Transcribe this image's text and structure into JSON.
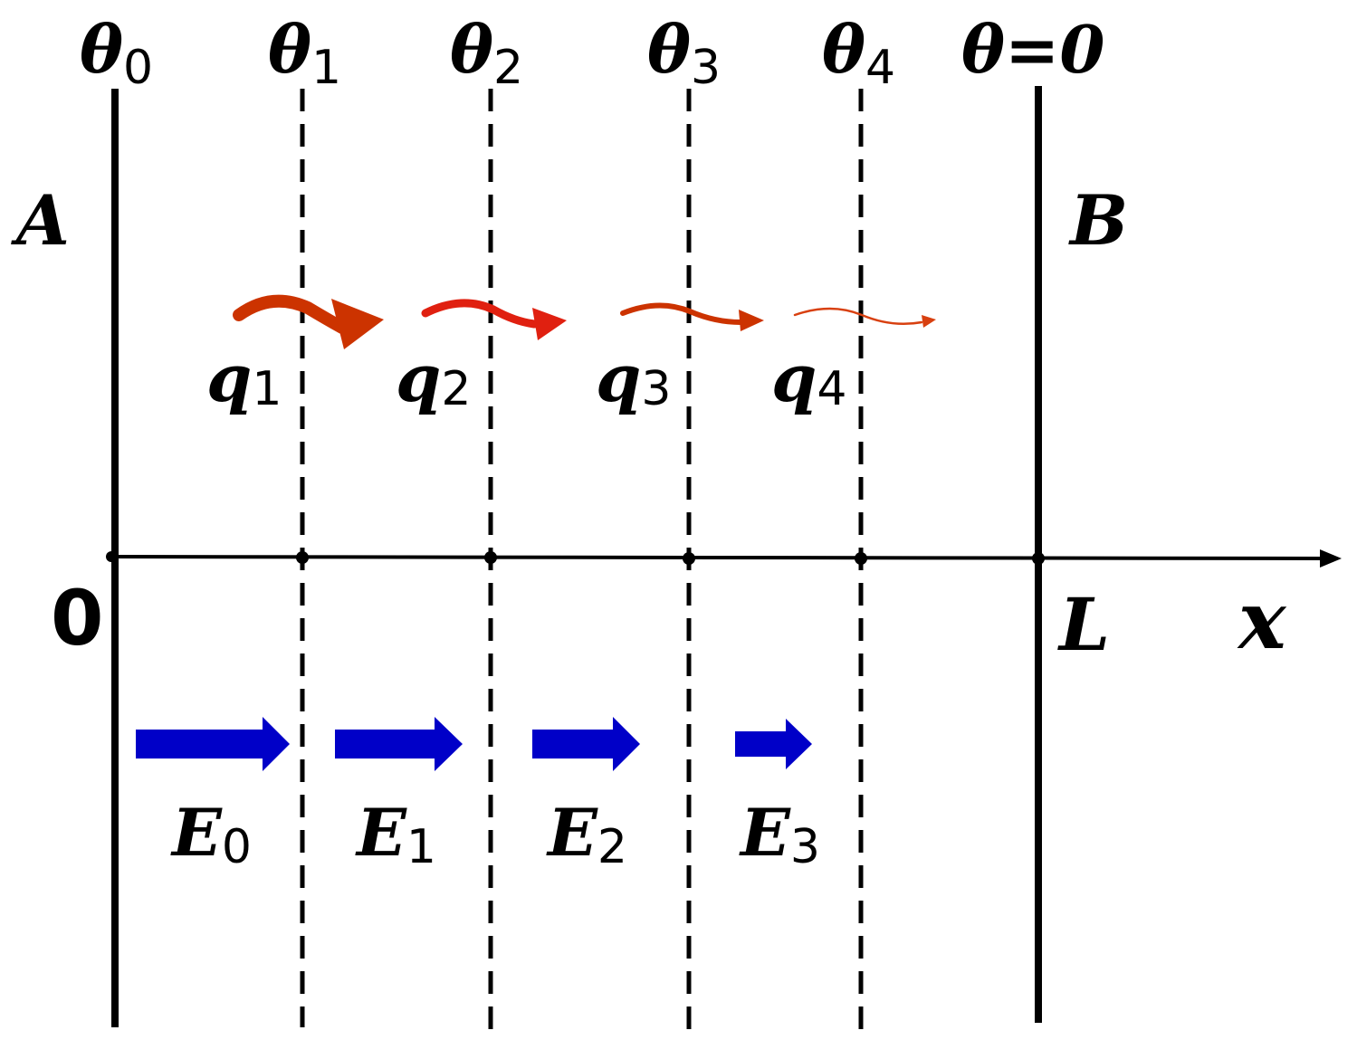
{
  "colors": {
    "line": "#000000",
    "heat_arrow_1": "#cc3300",
    "heat_arrow_2": "#e02010",
    "heat_arrow_3": "#cc3300",
    "heat_arrow_4": "#d84010",
    "field_arrow": "#0000c8"
  },
  "boundaries": {
    "left": {
      "plate_label": "A",
      "theta_base": "θ",
      "theta_sub": "0"
    },
    "right": {
      "plate_label": "B",
      "theta_label": "θ=0"
    }
  },
  "interfaces": [
    {
      "theta_base": "θ",
      "theta_sub": "1"
    },
    {
      "theta_base": "θ",
      "theta_sub": "2"
    },
    {
      "theta_base": "θ",
      "theta_sub": "3"
    },
    {
      "theta_base": "θ",
      "theta_sub": "4"
    }
  ],
  "axis": {
    "origin_label": "0",
    "end_label": "L",
    "axis_label": "x"
  },
  "heat_flux": [
    {
      "base": "q",
      "sub": "1"
    },
    {
      "base": "q",
      "sub": "2"
    },
    {
      "base": "q",
      "sub": "3"
    },
    {
      "base": "q",
      "sub": "4"
    }
  ],
  "fields": [
    {
      "base": "E",
      "sub": "0"
    },
    {
      "base": "E",
      "sub": "1"
    },
    {
      "base": "E",
      "sub": "2"
    },
    {
      "base": "E",
      "sub": "3"
    }
  ]
}
